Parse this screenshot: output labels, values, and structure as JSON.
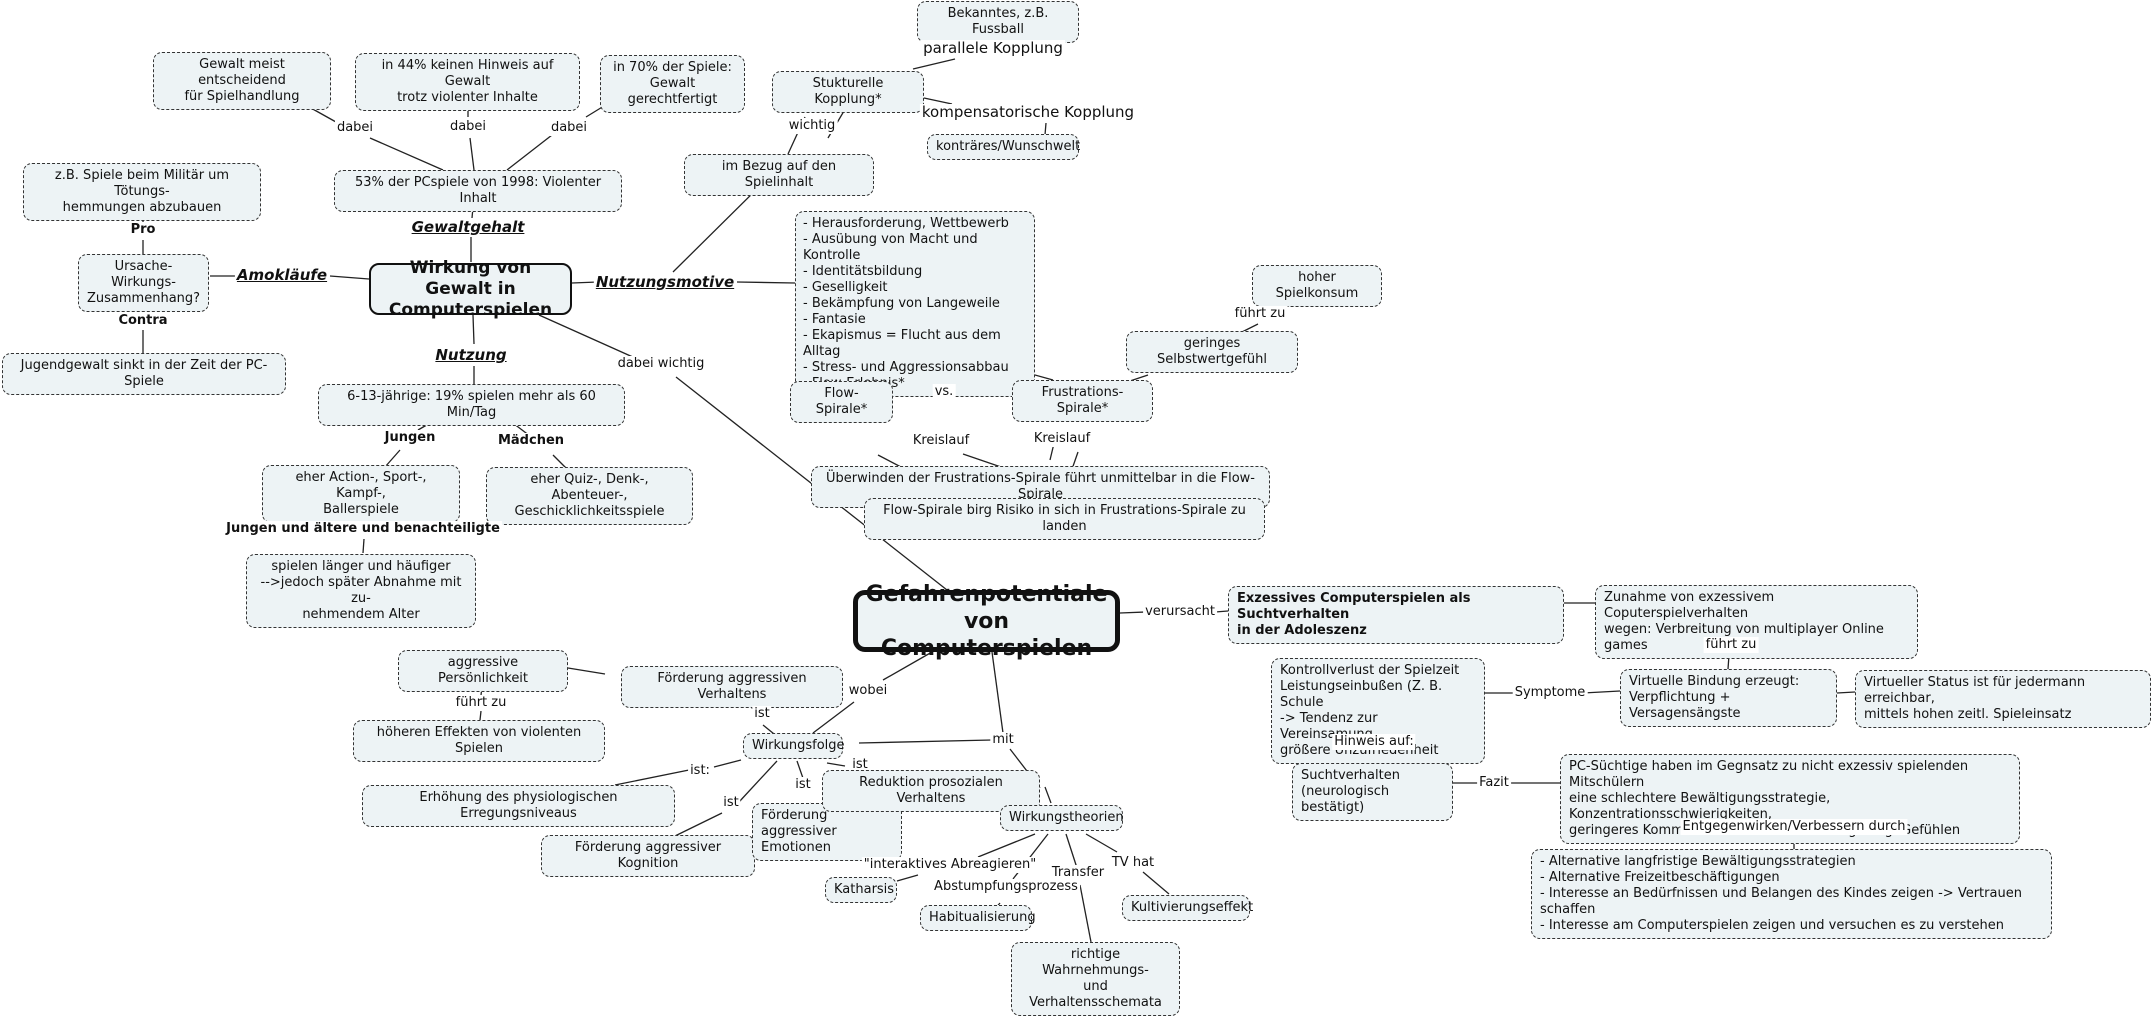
{
  "mindmap": {
    "center_nodes": {
      "wirkung": "Wirkung von Gewalt in\nComputerspielen",
      "gefahren": "Gefahrenpotentiale von\nComputerspielen"
    },
    "categories": {
      "gewaltgehalt": "Gewaltgehalt",
      "amoklaeufe": "Amokläufe",
      "nutzungsmotive": "Nutzungsmotive",
      "nutzung": "Nutzung"
    },
    "nodes": {
      "gewalt_entscheidend": "Gewalt meist entscheidend\nfür Spielhandlung",
      "hinweis_44": "in 44% keinen Hinweis auf Gewalt\ntrotz violenter Inhalte",
      "gerechtfertigt_70": "in 70% der Spiele:\nGewalt gerechtfertigt",
      "pcspiele_53": "53% der PCspiele von 1998: Violenter Inhalt",
      "militaer": "z.B. Spiele beim Militär um Tötungs-\nhemmungen abzubauen",
      "ursache": "Ursache-Wirkungs-\nZusammenhang?",
      "jugendgewalt": "Jugendgewalt sinkt in der Zeit der PC-Spiele",
      "bekanntes": "Bekanntes, z.B. Fussball",
      "strukturelle": "Stukturelle Kopplung*",
      "kontraeres": "konträres/Wunschwelt",
      "bezug": "im Bezug auf den Spielinhalt",
      "motive_list": "- Herausforderung, Wettbewerb\n- Ausübung von Macht und Kontrolle\n- Identitätsbildung\n- Geselligkeit\n- Bekämpfung von Langeweile\n- Fantasie\n- Ekapismus = Flucht aus dem Alltag\n- Stress- und Aggressionsabbau\n- Flow-Erlebnis*",
      "hoher_konsum": "hoher Spielkonsum",
      "selbstwert": "geringes Selbstwertgefühl",
      "flow": "Flow-Spirale*",
      "frustration": "Frustrations-Spirale*",
      "ueberwinden": "Überwinden der Frustrations-Spirale führt unmittelbar in die Flow-Spirale",
      "flow_risiko": "Flow-Spirale birg Risiko in sich in Frustrations-Spirale zu landen",
      "nutzung_6_13": "6-13-jährige: 19% spielen mehr als 60 Min/Tag",
      "action": "eher Action-, Sport-, Kampf-,\nBallerspiele",
      "quiz": "eher Quiz-, Denk-, Abenteuer-,\nGeschicklichkeitsspiele",
      "laenger": "spielen länger und häufiger\n-->jedoch später Abnahme mit zu-\nnehmendem Alter",
      "exzessiv": "Exzessives Computerspielen als Suchtverhalten\n in der Adoleszenz",
      "zunahme": "Zunahme von exzessivem Coputerspielverhalten\nwegen: Verbreitung von multiplayer Online games",
      "virtuelle_bindung": "Virtuelle Bindung erzeugt:\nVerpflichtung + Versagensängste",
      "virtueller_status": "Virtueller Status ist für jedermann erreichbar,\nmittels hohen zeitl. Spieleinsatz",
      "kontrollverlust": "Kontrollverlust der Spielzeit\nLeistungseinbußen (Z. B. Schule\n-> Tendenz zur Vereinsamung,\ngrößere Unzufriedenheit",
      "suchtverhalten": "Suchtverhalten\n(neurologisch bestätigt)",
      "pc_suechtige": "PC-Süchtige haben im Gegnsatz zu nicht exzessiv spielenden Mitschülern\neine schlechtere Bewältigungsstrategie, Konzentrationsschwierigkeiten,\ngeringeres Kommunikationsverhalten bezügl. neg. Gefühlen",
      "alternativen": "- Alternative langfristige Bewältigungsstrategien\n- Alternative Freizeitbeschäftigungen\n- Interesse an Bedürfnissen und Belangen des Kindes zeigen -> Vertrauen schaffen\n- Interesse am Computerspielen zeigen und versuchen es zu verstehen",
      "aggr_persoenlichkeit": "aggressive Persönlichkeit",
      "hoehere_effekte": "höheren Effekten von violenten Spielen",
      "foerderung_verhalten": "Förderung aggressiven Verhaltens",
      "wirkungsfolge": "Wirkungsfolge",
      "erregung": "Erhöhung des physiologischen Erregungsniveaus",
      "foerderung_kognition": "Förderung aggressiver Kognition",
      "foerderung_emotionen": "Förderung aggressiver\nEmotionen",
      "reduktion": "Reduktion prosozialen Verhaltens",
      "wirkungstheorien": "Wirkungstheorien",
      "katharsis": "Katharsis",
      "habitualisierung": "Habitualisierung",
      "kultivierung": "Kultivierungseffekt",
      "wahrnehmung": "richtige Wahrnehmungs-\nund Verhaltensschemata"
    },
    "link_labels": {
      "dabei1": "dabei",
      "dabei2": "dabei",
      "dabei3": "dabei",
      "pro": "Pro",
      "contra": "Contra",
      "parallele": "parallele Kopplung",
      "kompensatorische": "kompensatorische Kopplung",
      "wichtig": "wichtig",
      "dabei_wichtig": "dabei wichtig",
      "fuehrt_zu_1": "führt zu",
      "vs": "vs.",
      "kreislauf1": "Kreislauf",
      "kreislauf2": "Kreislauf",
      "jungen": "Jungen",
      "maedchen": "Mädchen",
      "jungen_aeltere": "Jungen und ältere und benachteiligte",
      "verursacht": "verursacht",
      "fuehrt_zu_2": "führt zu",
      "symptome": "Symptome",
      "hinweis_auf": "Hinweis auf:",
      "fazit": "Fazit",
      "entgegenwirken": "Entgegenwirken/Verbessern durch",
      "fuehrt_zu_3": "führt zu",
      "wobei": "wobei",
      "ist1": "ist",
      "ist2": "ist:",
      "ist3": "ist",
      "ist4": "ist",
      "ist5": "ist",
      "mit": "mit",
      "abreagieren": "\"interaktives Abreagieren\"",
      "abstumpfung": "Abstumpfungsprozess",
      "transfer": "Transfer",
      "tv_hat": "TV hat"
    }
  }
}
